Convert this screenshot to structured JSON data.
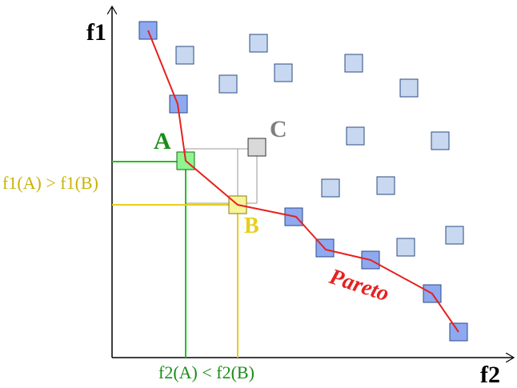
{
  "axes": {
    "y_label": "f1",
    "x_label": "f2"
  },
  "labels": {
    "point_a": "A",
    "point_b": "B",
    "point_c": "C",
    "f1_compare": "f1(A) > f1(B)",
    "f2_compare": "f2(A) < f2(B)",
    "pareto": "Pareto"
  },
  "colors": {
    "pareto_line": "#e8201e",
    "green": "#1a8c1a",
    "green_line": "#22c122",
    "yellow_text": "#c8b400",
    "yellow_line": "#e6cf1a",
    "c_label": "#7f7f7f",
    "pareto_fill": "#8ea9f0",
    "dominated_fill": "#c8d8f0",
    "square_stroke": "#2b4a82"
  }
}
